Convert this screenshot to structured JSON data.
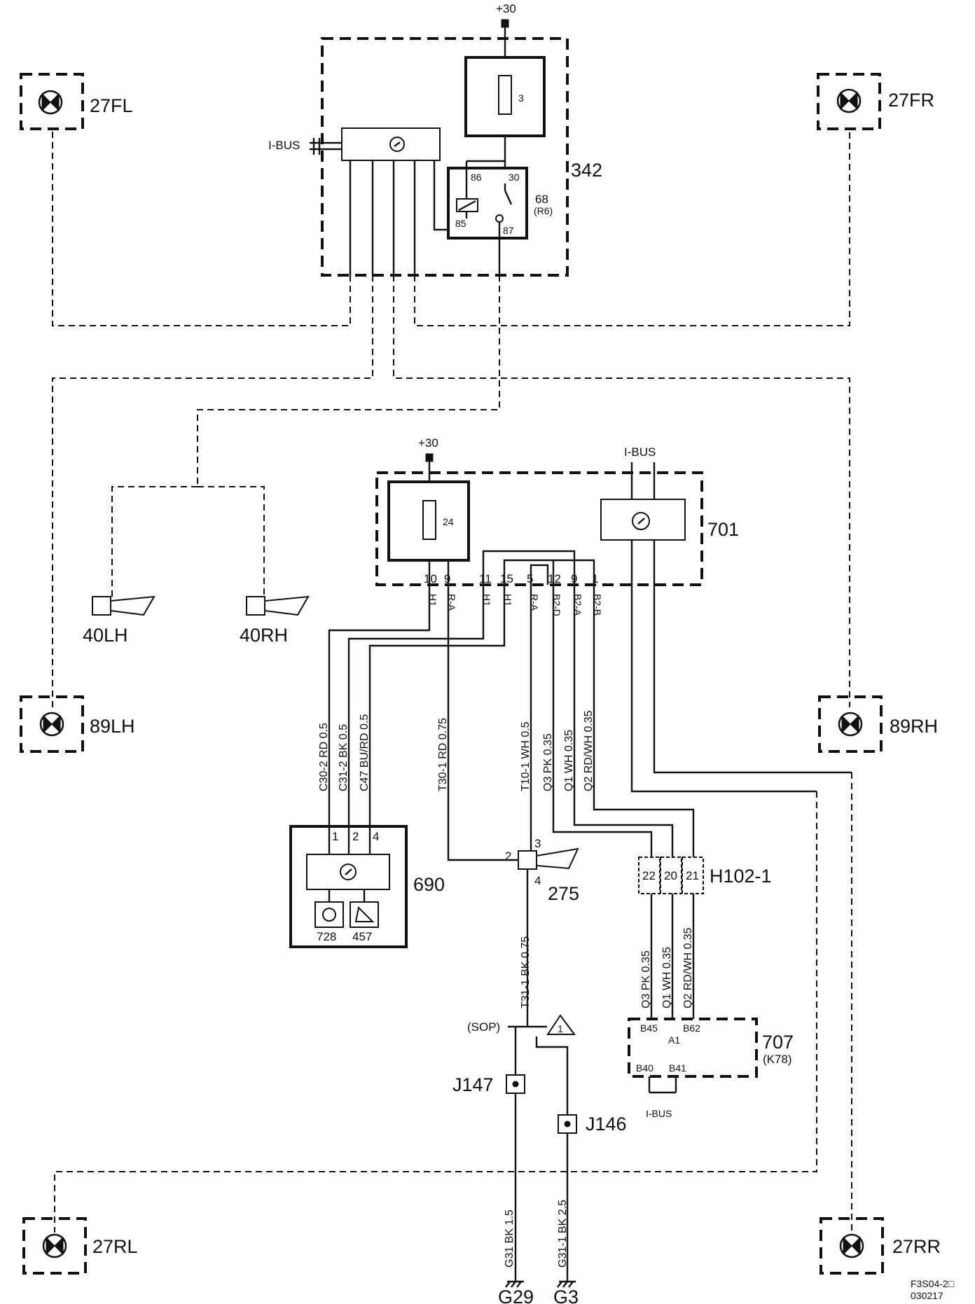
{
  "lamps": {
    "fl": "27FL",
    "fr": "27FR",
    "lh89": "89LH",
    "rh89": "89RH",
    "rl": "27RL",
    "rr": "27RR"
  },
  "horns": {
    "lh": "40LH",
    "rh": "40RH"
  },
  "module342": {
    "id": "342",
    "supply": "+30",
    "fuse": "3",
    "relay": "68",
    "relay_sub": "(R6)",
    "t86": "86",
    "t30": "30",
    "t85": "85",
    "t87": "87",
    "ibus": "I-BUS"
  },
  "module701": {
    "id": "701",
    "supply": "+30",
    "fuse": "24",
    "ibus": "I-BUS",
    "pins": [
      "10",
      "9",
      "11",
      "15",
      "5",
      "12",
      "9",
      "1"
    ],
    "pin_labels": [
      "H1",
      "R-A",
      "H1",
      "H1",
      "R-A",
      "B2-D",
      "B2-A",
      "B2-B"
    ]
  },
  "wires": {
    "w1": "C30-2  RD  0.5",
    "w2": "C31-2  BK  0.5",
    "w3": "C47  BU/RD  0.5",
    "w4": "T30-1  RD  0.75",
    "w5": "T10-1  WH  0.5",
    "w6": "Q3  PK  0.35",
    "w7": "Q1  WH  0.35",
    "w8": "Q2  RD/WH  0.35",
    "w9": "T31-1  BK  0.75",
    "w10": "Q3  PK  0.35",
    "w11": "Q1  WH  0.35",
    "w12": "Q2  RD/WH  0.35",
    "w13": "G31  BK  1.5",
    "w14": "G31-1  BK  2.5"
  },
  "module690": {
    "id": "690",
    "pins": [
      "1",
      "2",
      "4"
    ],
    "sub1": "728",
    "sub2": "457"
  },
  "siren275": {
    "id": "275",
    "p2": "2",
    "p3": "3",
    "p4": "4"
  },
  "conn": {
    "id": "H102-1",
    "pins": [
      "22",
      "20",
      "21"
    ]
  },
  "module707": {
    "id": "707",
    "sub": "(K78)",
    "b45": "B45",
    "a1": "A1",
    "b62": "B62",
    "b40": "B40",
    "b41": "B41",
    "ibus": "I-BUS"
  },
  "ground": {
    "sop": "(SOP)",
    "warn": "1",
    "j147": "J147",
    "j146": "J146",
    "g29": "G29",
    "g3": "G3"
  },
  "footer": {
    "code": "F3S04-2□",
    "date": "030217"
  }
}
